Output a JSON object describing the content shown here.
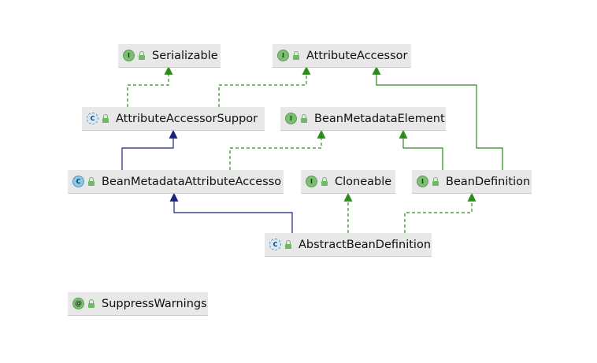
{
  "nodes": {
    "serializable": {
      "name": "Serializable",
      "badge": "I"
    },
    "attribute_accessor": {
      "name": "AttributeAccessor",
      "badge": "I"
    },
    "attribute_accessor_support": {
      "name": "AttributeAccessorSuppor",
      "badge": "C"
    },
    "bean_metadata_element": {
      "name": "BeanMetadataElement",
      "badge": "I"
    },
    "bean_metadata_attribute_accessor": {
      "name": "BeanMetadataAttributeAccesso",
      "badge": "C"
    },
    "cloneable": {
      "name": "Cloneable",
      "badge": "I"
    },
    "bean_definition": {
      "name": "BeanDefinition",
      "badge": "I"
    },
    "abstract_bean_definition": {
      "name": "AbstractBeanDefinition",
      "badge": "C"
    },
    "suppress_warnings": {
      "name": "SuppressWarnings",
      "badge": "@"
    }
  },
  "colors": {
    "implements": "#2e8b1e",
    "extends_interface": "#2e8b1e",
    "extends_class": "#1a237e"
  }
}
